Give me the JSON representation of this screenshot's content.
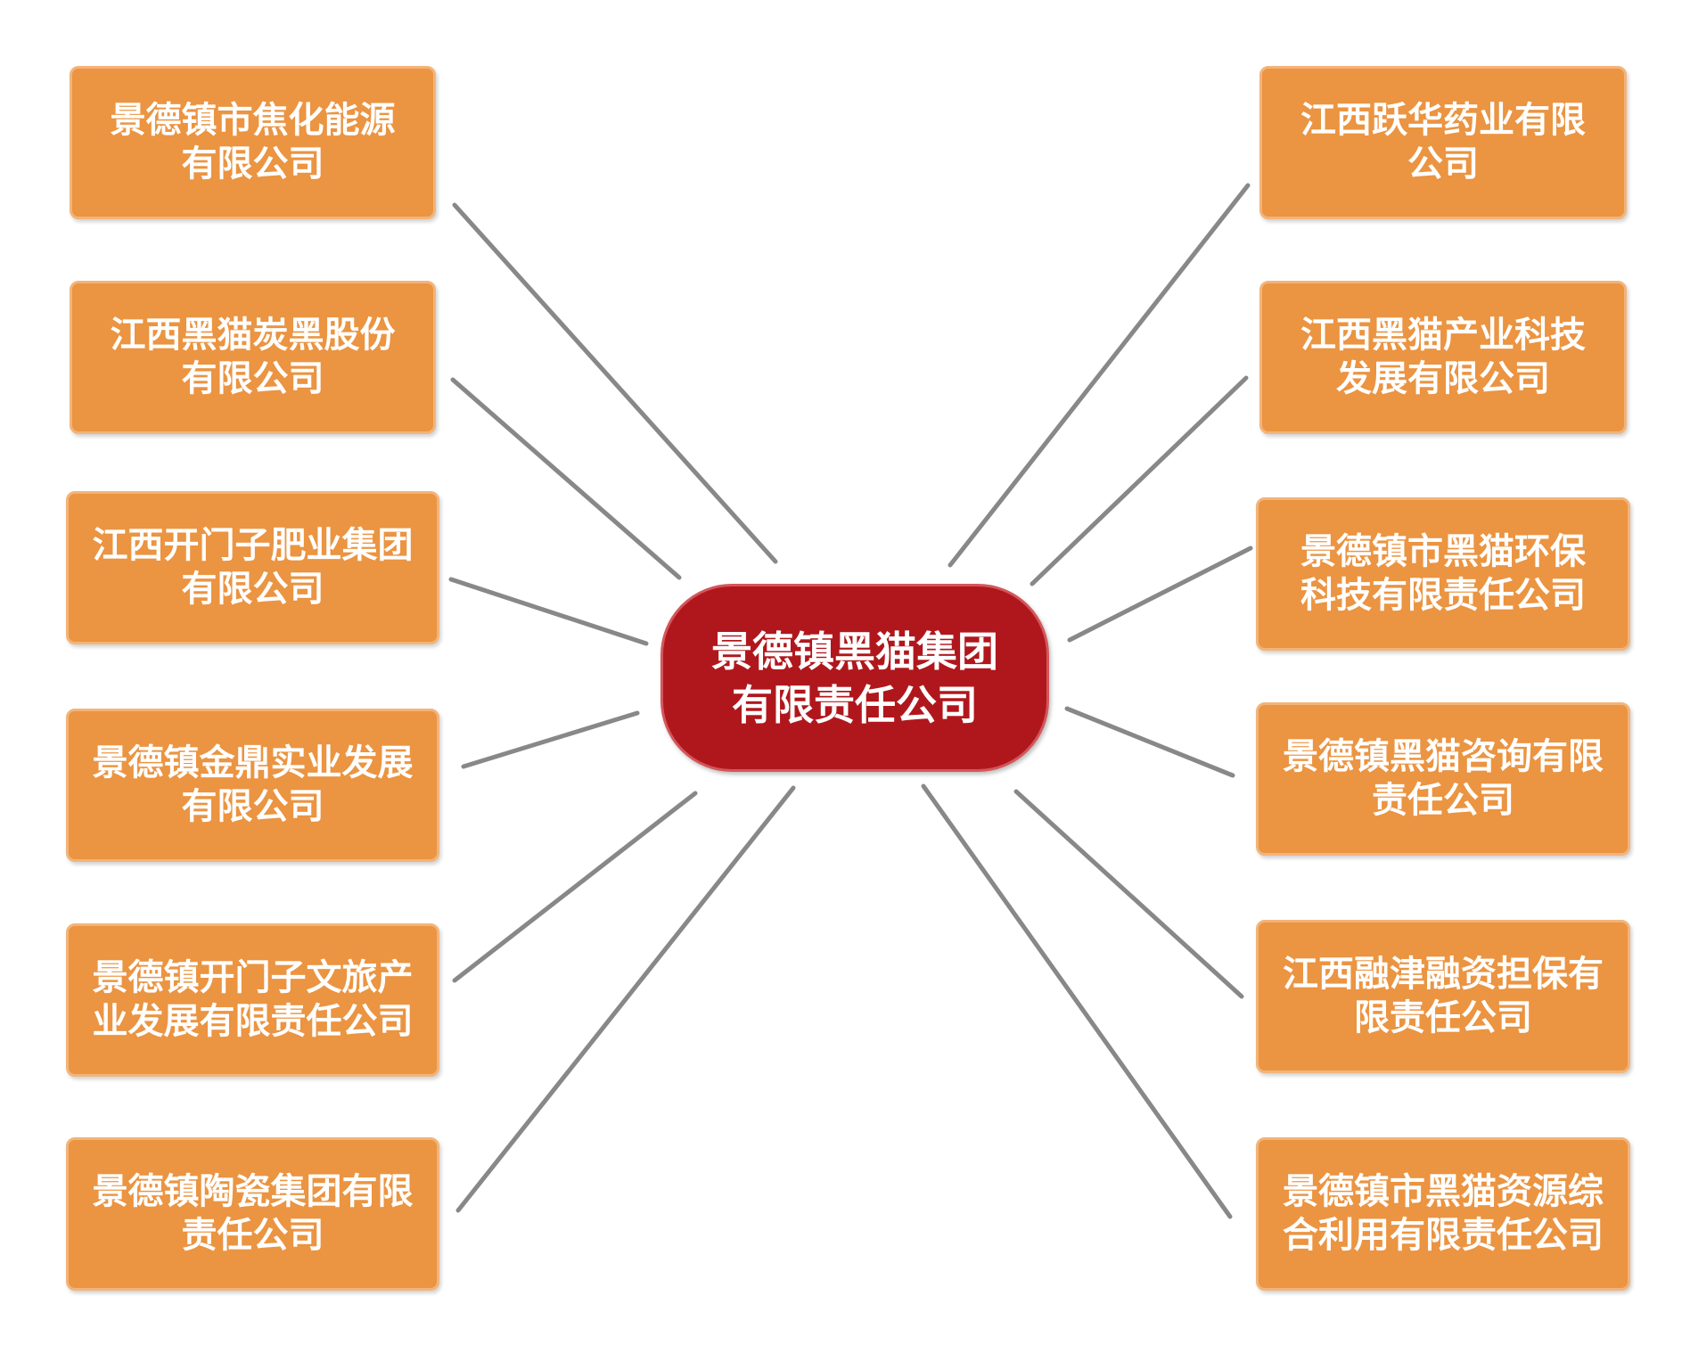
{
  "center": {
    "line1": "景德镇黑猫集团",
    "line2": "有限责任公司"
  },
  "left_nodes": [
    {
      "line1": "景德镇市焦化能源",
      "line2": "有限公司"
    },
    {
      "line1": "江西黑猫炭黑股份",
      "line2": "有限公司"
    },
    {
      "line1": "江西开门子肥业集团",
      "line2": "有限公司"
    },
    {
      "line1": "景德镇金鼎实业发展",
      "line2": "有限公司"
    },
    {
      "line1": "景德镇开门子文旅产",
      "line2": "业发展有限责任公司"
    },
    {
      "line1": "景德镇陶瓷集团有限",
      "line2": "责任公司"
    }
  ],
  "right_nodes": [
    {
      "line1": "江西跃华药业有限",
      "line2": "公司"
    },
    {
      "line1": "江西黑猫产业科技",
      "line2": "发展有限公司"
    },
    {
      "line1": "景德镇市黑猫环保",
      "line2": "科技有限责任公司"
    },
    {
      "line1": "景德镇黑猫咨询有限",
      "line2": "责任公司"
    },
    {
      "line1": "江西融津融资担保有",
      "line2": "限责任公司"
    },
    {
      "line1": "景德镇市黑猫资源综",
      "line2": "合利用有限责任公司"
    }
  ],
  "colors": {
    "center_fill": "#b0171c",
    "node_fill": "#eb9441",
    "connector": "#888888",
    "text": "#ffffff"
  }
}
